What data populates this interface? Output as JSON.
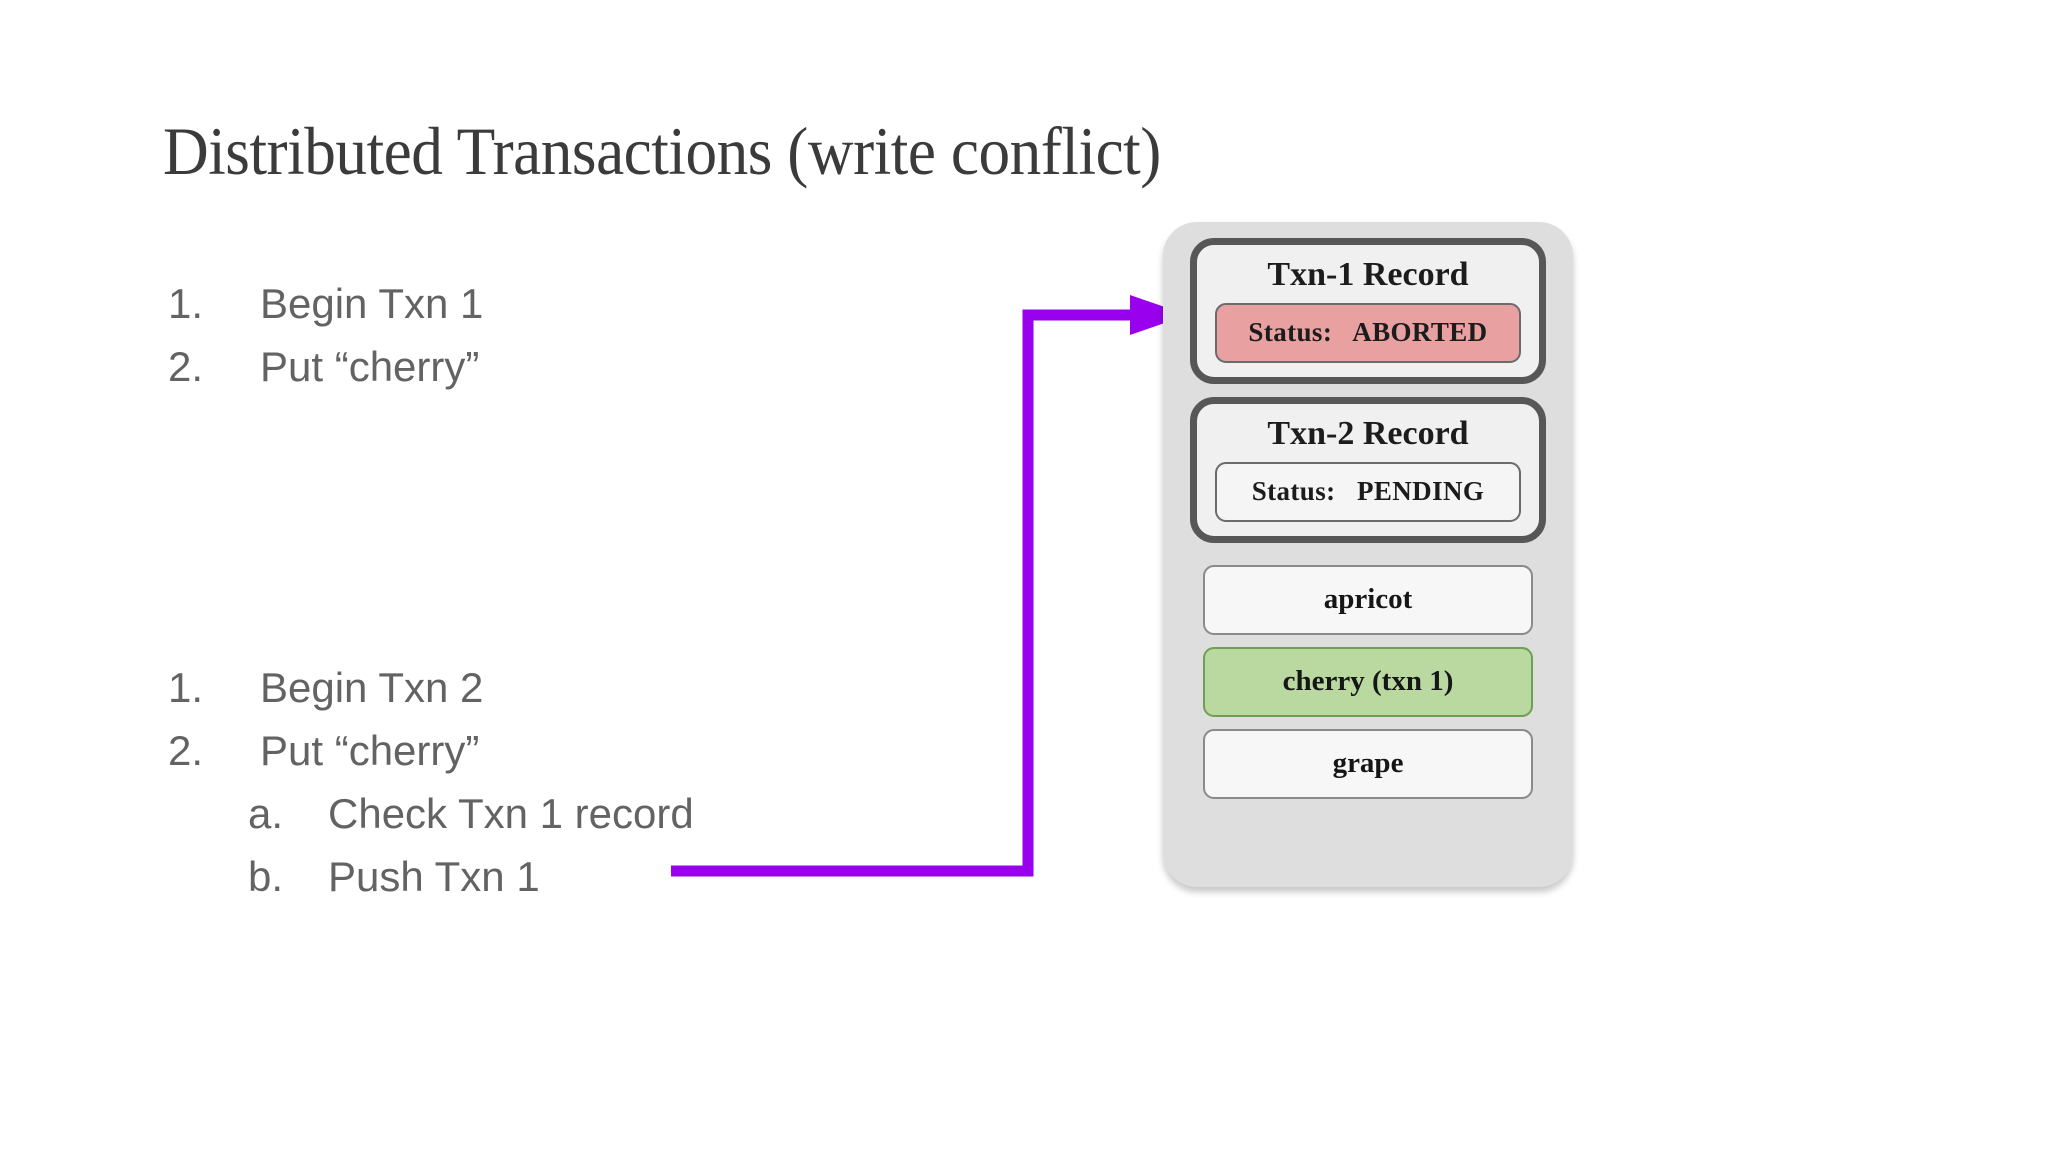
{
  "slide": {
    "title": "Distributed Transactions (write conflict)",
    "background": "#ffffff",
    "title_color": "#3b3b3b",
    "body_text_color": "#636363"
  },
  "txn1_steps": [
    {
      "marker": "1.",
      "text": "Begin Txn 1",
      "level": 1
    },
    {
      "marker": "2.",
      "text": "Put “cherry”",
      "level": 1
    }
  ],
  "txn2_steps": [
    {
      "marker": "1.",
      "text": "Begin Txn 2",
      "level": 1
    },
    {
      "marker": "2.",
      "text": "Put “cherry”",
      "level": 1
    },
    {
      "marker": "a.",
      "text": "Check Txn 1 record",
      "level": 2
    },
    {
      "marker": "b.",
      "text": "Push Txn 1",
      "level": 2
    }
  ],
  "arrow": {
    "name": "push-txn-1-arrow",
    "color": "#9900EE",
    "from_label": "Push Txn 1",
    "to_label": "Txn-1 Record"
  },
  "store_panel": {
    "background": "#dedede",
    "records": [
      {
        "title": "Txn-1 Record",
        "status_label": "Status:",
        "status_value": "ABORTED",
        "status_color": "#e8a0a0",
        "state": "aborted"
      },
      {
        "title": "Txn-2 Record",
        "status_label": "Status:",
        "status_value": "PENDING",
        "status_color": "#f5f5f5",
        "state": "pending"
      }
    ],
    "rows": [
      {
        "label": "apricot",
        "highlighted": false
      },
      {
        "label": "cherry (txn 1)",
        "highlighted": true
      },
      {
        "label": "grape",
        "highlighted": false
      }
    ],
    "highlight_color": "#b9d9a0"
  }
}
